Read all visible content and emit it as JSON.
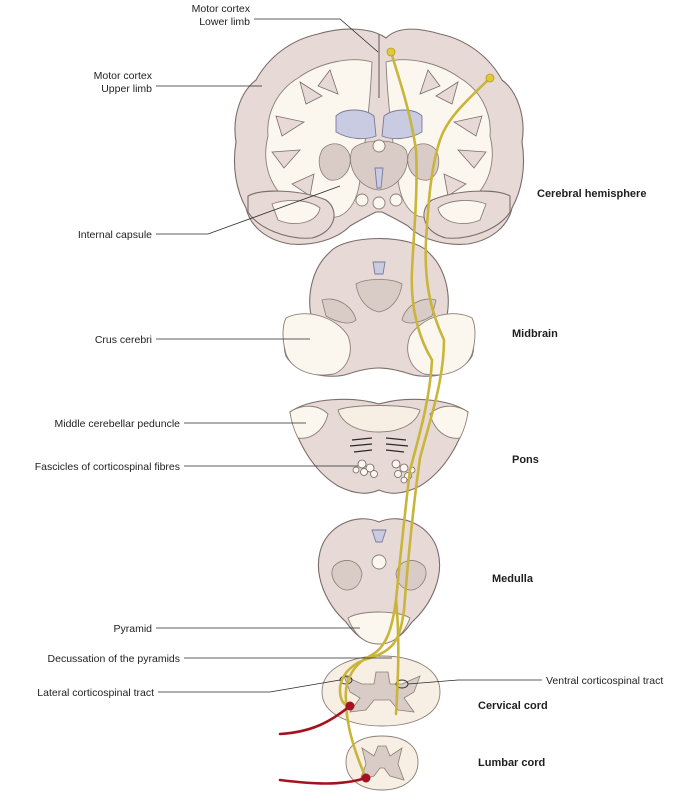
{
  "labels": {
    "motor_cortex_lower_1": "Motor cortex",
    "motor_cortex_lower_2": "Lower limb",
    "motor_cortex_upper_1": "Motor cortex",
    "motor_cortex_upper_2": "Upper limb",
    "internal_capsule": "Internal capsule",
    "crus_cerebri": "Crus cerebri",
    "middle_cerebellar_peduncle": "Middle cerebellar peduncle",
    "fascicles": "Fascicles of corticospinal fibres",
    "pyramid": "Pyramid",
    "decussation": "Decussation of the pyramids",
    "lateral_tract": "Lateral corticospinal tract",
    "ventral_tract": "Ventral corticospinal tract"
  },
  "regions": {
    "cerebral_hemisphere": "Cerebral hemisphere",
    "midbrain": "Midbrain",
    "pons": "Pons",
    "medulla": "Medulla",
    "cervical_cord": "Cervical cord",
    "lumbar_cord": "Lumbar cord"
  },
  "colors": {
    "tract": "#c9b53a",
    "motor_neuron": "#a5121f",
    "tissue": "#e7d9d6",
    "white_matter": "#fbf7ee",
    "ventricle": "#c9cbe3"
  }
}
